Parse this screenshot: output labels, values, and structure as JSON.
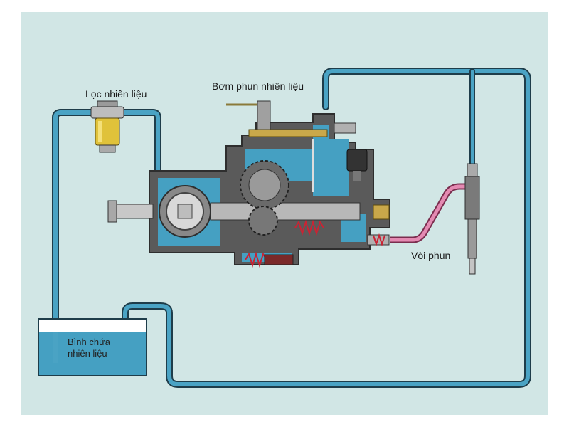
{
  "labels": {
    "filter": "Lọc nhiên liệu",
    "pump": "Bơm phun nhiên liệu",
    "injector": "Vòi phun",
    "tank_line1": "Bình chứa",
    "tank_line2": "nhiên liệu"
  },
  "colors": {
    "background": "#d1e6e5",
    "fuel_line": "#4aa3c4",
    "pressure_line": "#e48ab2",
    "housing": "#555555",
    "fuel_fill": "#45a0c2"
  }
}
